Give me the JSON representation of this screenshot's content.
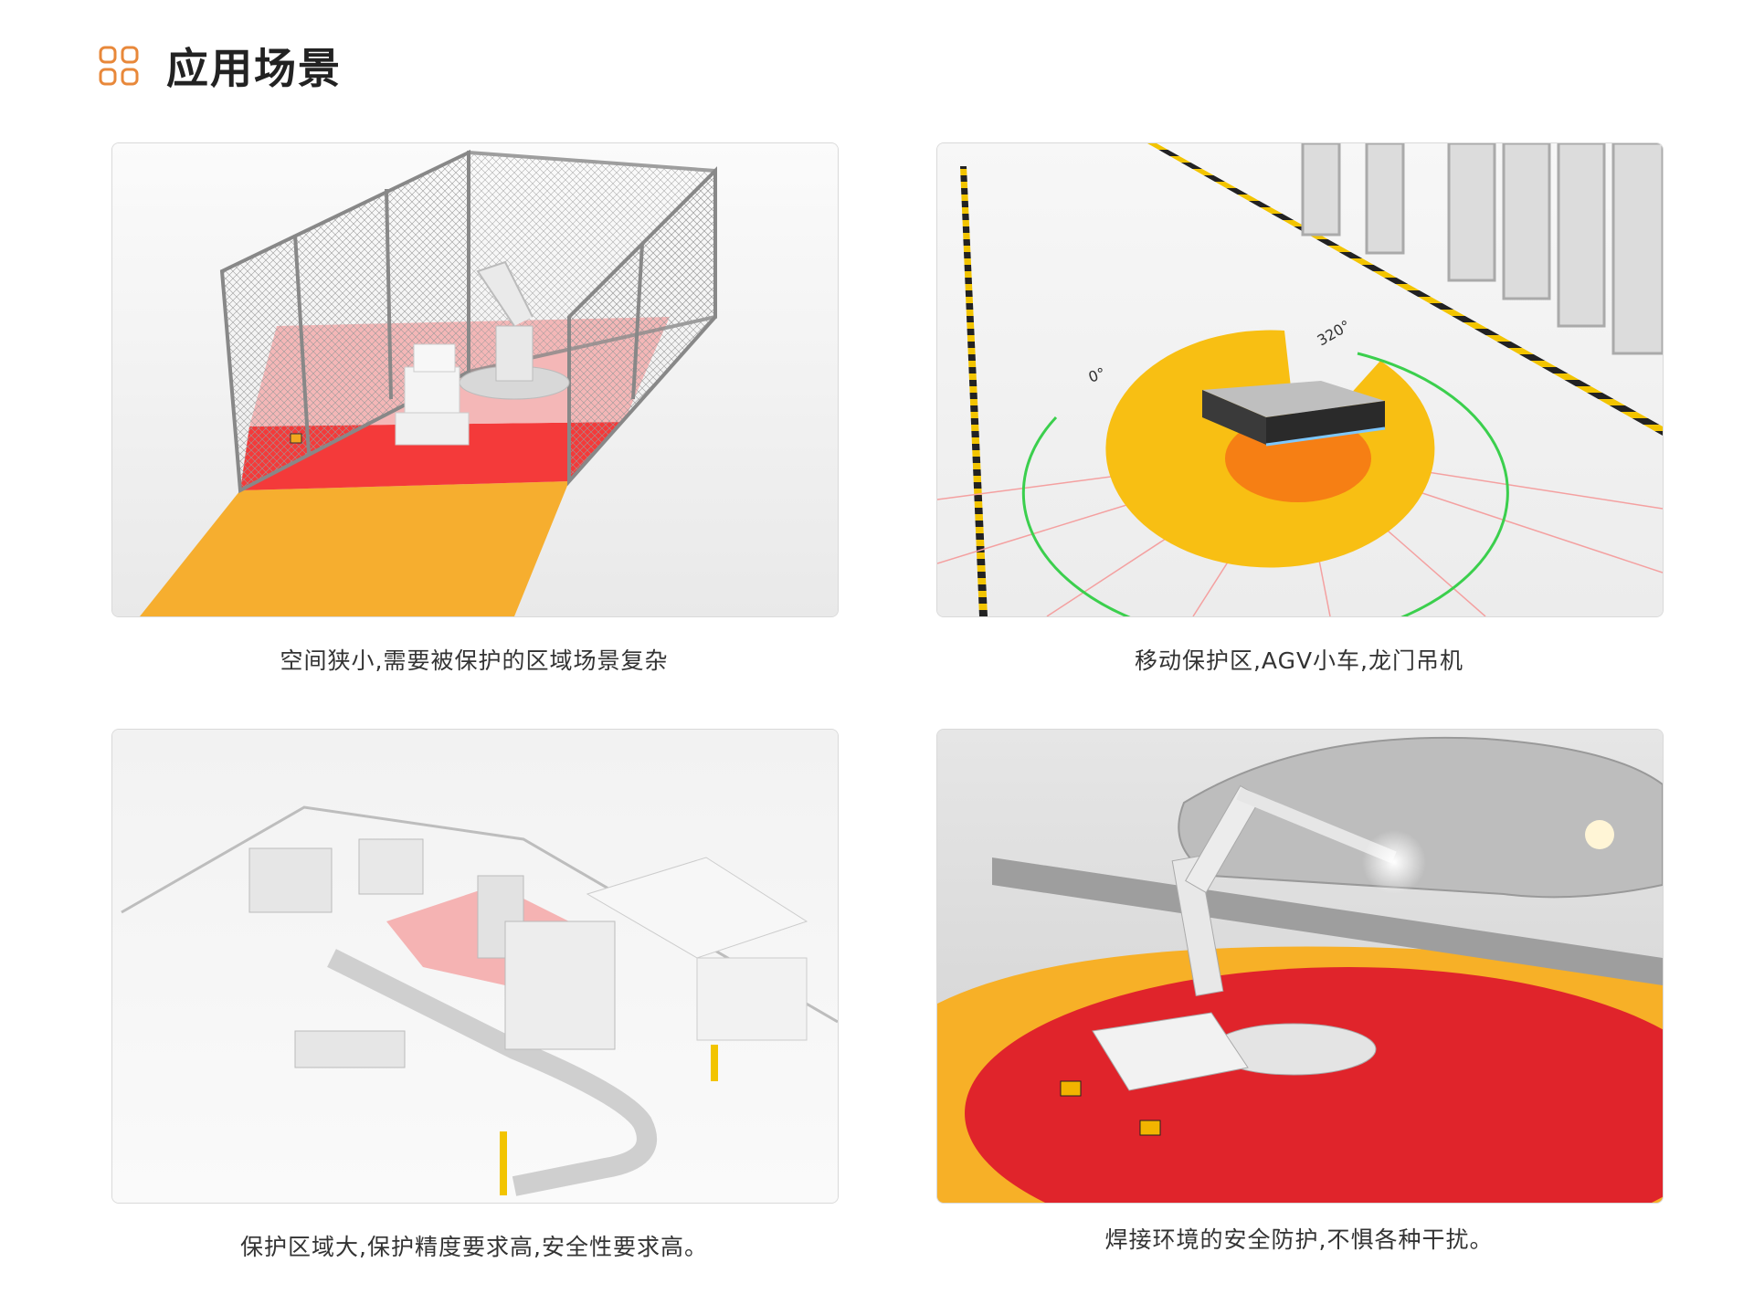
{
  "header": {
    "title": "应用场景",
    "icon": "grid-icon",
    "accent_color": "#e8883a"
  },
  "scenarios": [
    {
      "caption": "空间狭小,需要被保护的区域场景复杂"
    },
    {
      "caption": "移动保护区,AGV小车,龙门吊机",
      "angle_start": "0°",
      "angle_end": "320°"
    },
    {
      "caption": "保护区域大,保护精度要求高,安全性要求高。"
    },
    {
      "caption": "焊接环境的安全防护,不惧各种干扰。"
    }
  ]
}
